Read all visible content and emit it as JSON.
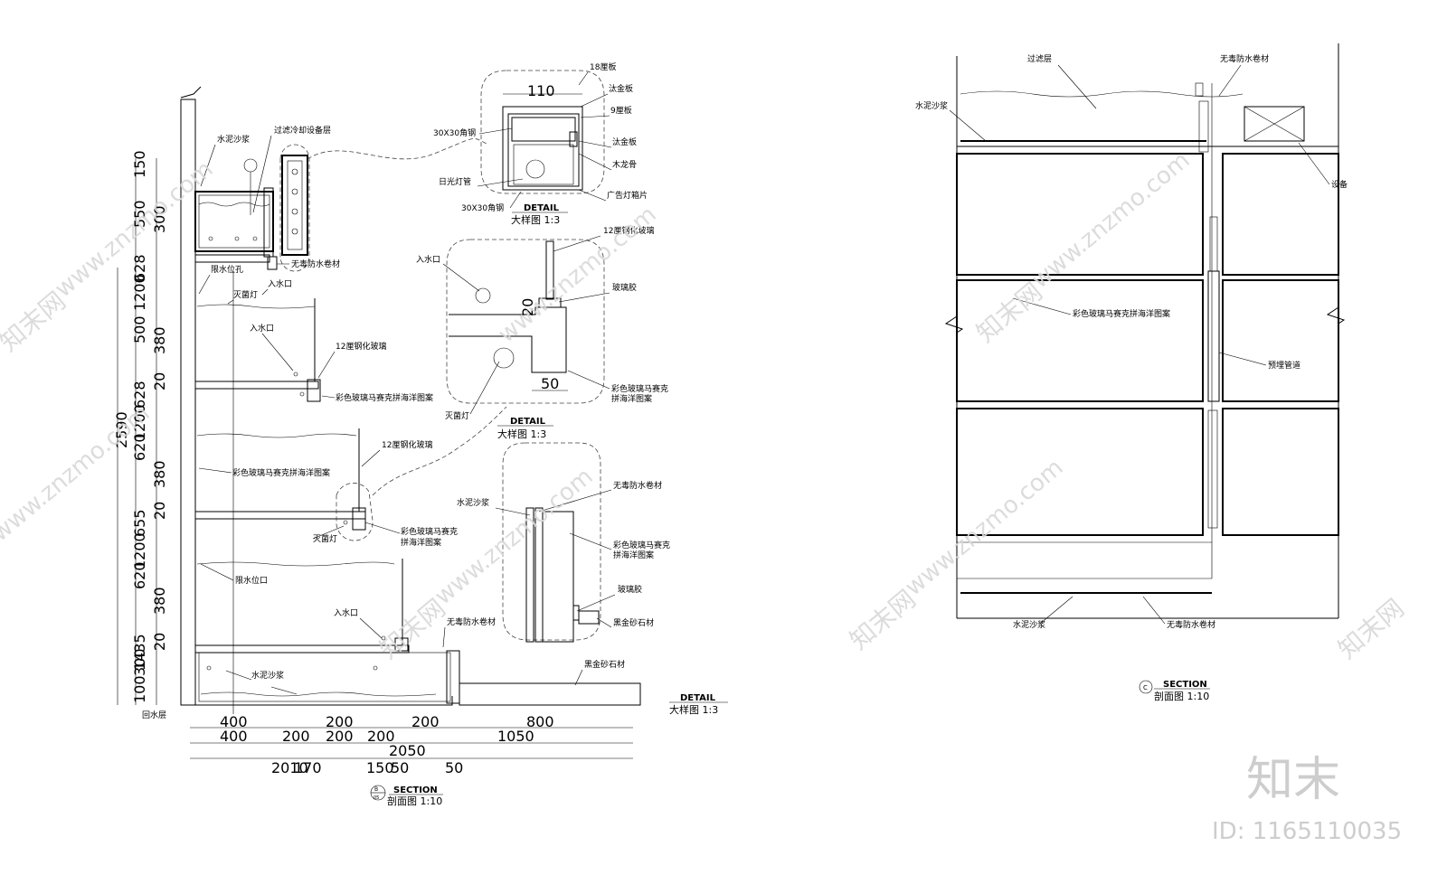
{
  "section_b": {
    "labels": {
      "mortar_top": "水泥沙浆",
      "filter_cooling": "过滤冷却设备层",
      "membrane_top": "无毒防水卷材",
      "limit_hole": "限水位孔",
      "inlet_1": "入水口",
      "uv_lamp_1": "灭菌灯",
      "inlet_2": "入水口",
      "glass_1": "12厘钢化玻璃",
      "mosaic_1": "彩色玻璃马赛克拼海洋图案",
      "glass_2": "12厘钢化玻璃",
      "mosaic_wall": "彩色玻璃马赛克拼海洋图案",
      "mosaic_2a": "彩色玻璃马赛克",
      "mosaic_2b": "拼海洋图案",
      "uv_lamp_2": "灭菌灯",
      "limit_port": "限水位口",
      "inlet_3": "入水口",
      "membrane_bottom": "无毒防水卷材",
      "mortar_bottom": "水泥沙浆",
      "granite": "黑金砂石材",
      "backfill": "回水层"
    },
    "dims_vertical": [
      "150",
      "550",
      "300",
      "628",
      "1200",
      "500",
      "380",
      "20",
      "628",
      "1200",
      "620",
      "2590",
      "380",
      "20",
      "655",
      "1200",
      "620",
      "380",
      "20",
      "300",
      "1435",
      "100"
    ],
    "dims_h_row1": [
      "400",
      "200",
      "200",
      "800"
    ],
    "dims_h_row2": [
      "400",
      "200",
      "200",
      "200",
      "1050"
    ],
    "dims_h_row3": [
      "2050"
    ],
    "dims_h_row4": [
      "2010",
      "170",
      "150",
      "50",
      "50"
    ],
    "title": "SECTION",
    "subtitle": "剖面图  1:10",
    "tag_top": "B",
    "tag_bottom": "05"
  },
  "detail_1": {
    "labels": {
      "plywood18": "18厘板",
      "titanium1": "汰金板",
      "plywood9": "9厘板",
      "angle1": "30X30角钢",
      "titanium2": "汰金板",
      "keel": "木龙骨",
      "tube": "日光灯管",
      "film": "广告灯箱片",
      "angle2": "30X30角钢"
    },
    "dim": "110",
    "title": "DETAIL",
    "subtitle": "大样图  1:3"
  },
  "detail_2": {
    "labels": {
      "glass": "12厘钢化玻璃",
      "inlet": "入水口",
      "glue": "玻璃胶",
      "mosaic_a": "彩色玻璃马赛克",
      "mosaic_b": "拼海洋图案",
      "uv": "灭菌灯"
    },
    "dim_v": "20",
    "dim_h": "50",
    "title": "DETAIL",
    "subtitle": "大样图  1:3"
  },
  "detail_3": {
    "labels": {
      "membrane": "无毒防水卷材",
      "mortar": "水泥沙浆",
      "mosaic_a": "彩色玻璃马赛克",
      "mosaic_b": "拼海洋图案",
      "glue": "玻璃胶",
      "granite": "黑金砂石材"
    },
    "title": "DETAIL",
    "subtitle": "大样图  1:3"
  },
  "section_c": {
    "labels": {
      "filter": "过滤层",
      "membrane_top": "无毒防水卷材",
      "mortar_top": "水泥沙浆",
      "equipment": "设备",
      "mosaic": "彩色玻璃马赛克拼海洋图案",
      "pipe": "预埋管道",
      "mortar_bottom": "水泥沙浆",
      "membrane_bottom": "无毒防水卷材"
    },
    "title": "SECTION",
    "subtitle": "剖面图  1:10",
    "tag": "C"
  },
  "watermark": {
    "site": "www.znzmo.com",
    "brand": "知末网",
    "logo": "知末",
    "id": "ID: 1165110035"
  }
}
